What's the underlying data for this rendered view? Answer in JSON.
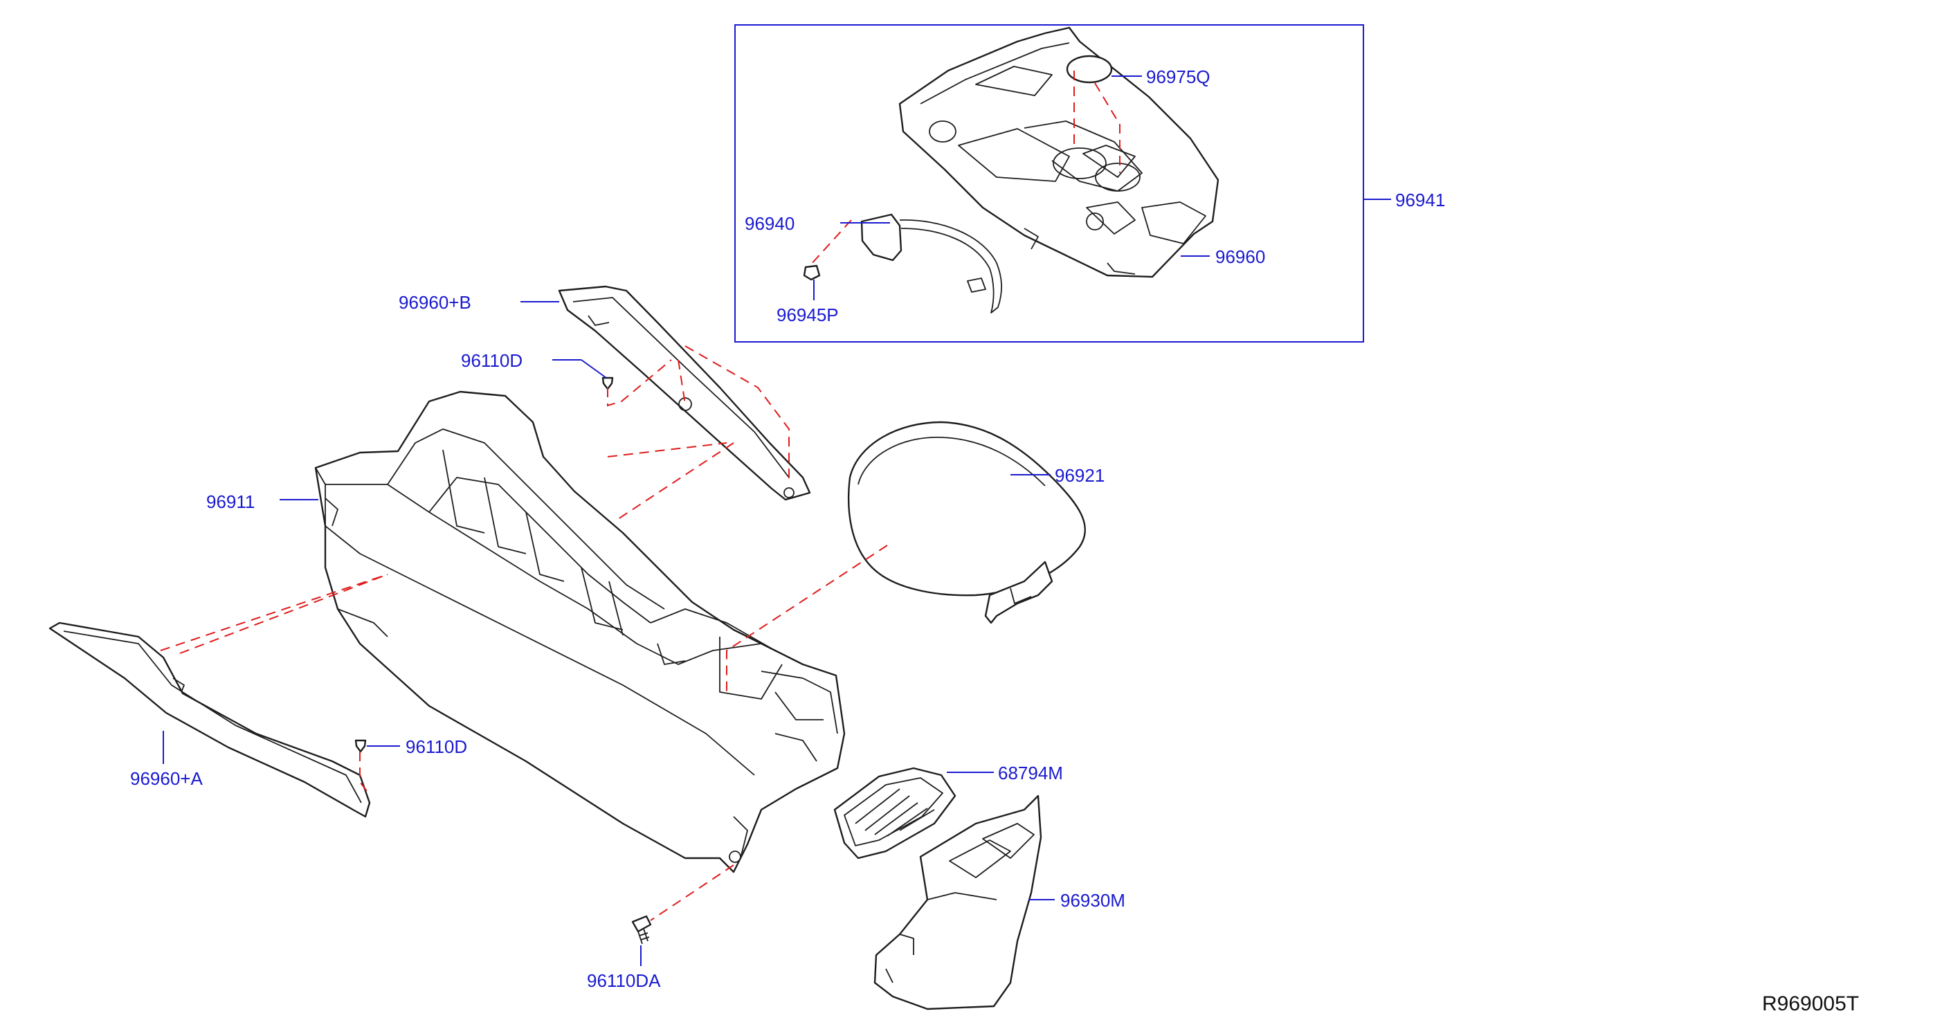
{
  "diagram": {
    "colors": {
      "label": "#1a1ad0",
      "leader": "#1a1ad0",
      "dashed_guide": "#e01b1b",
      "line_art": "#1e1e1e"
    },
    "labels": {
      "p96975Q": "96975Q",
      "p96941": "96941",
      "p96940": "96940",
      "p96960": "96960",
      "p96945P": "96945P",
      "p96960B": "96960+B",
      "p96110D_top": "96110D",
      "p96911": "96911",
      "p96921": "96921",
      "p96110D_bottom": "96110D",
      "p96960A": "96960+A",
      "p68794M": "68794M",
      "p96930M": "96930M",
      "p96110DA": "96110DA"
    },
    "reference_code": "R969005T"
  }
}
